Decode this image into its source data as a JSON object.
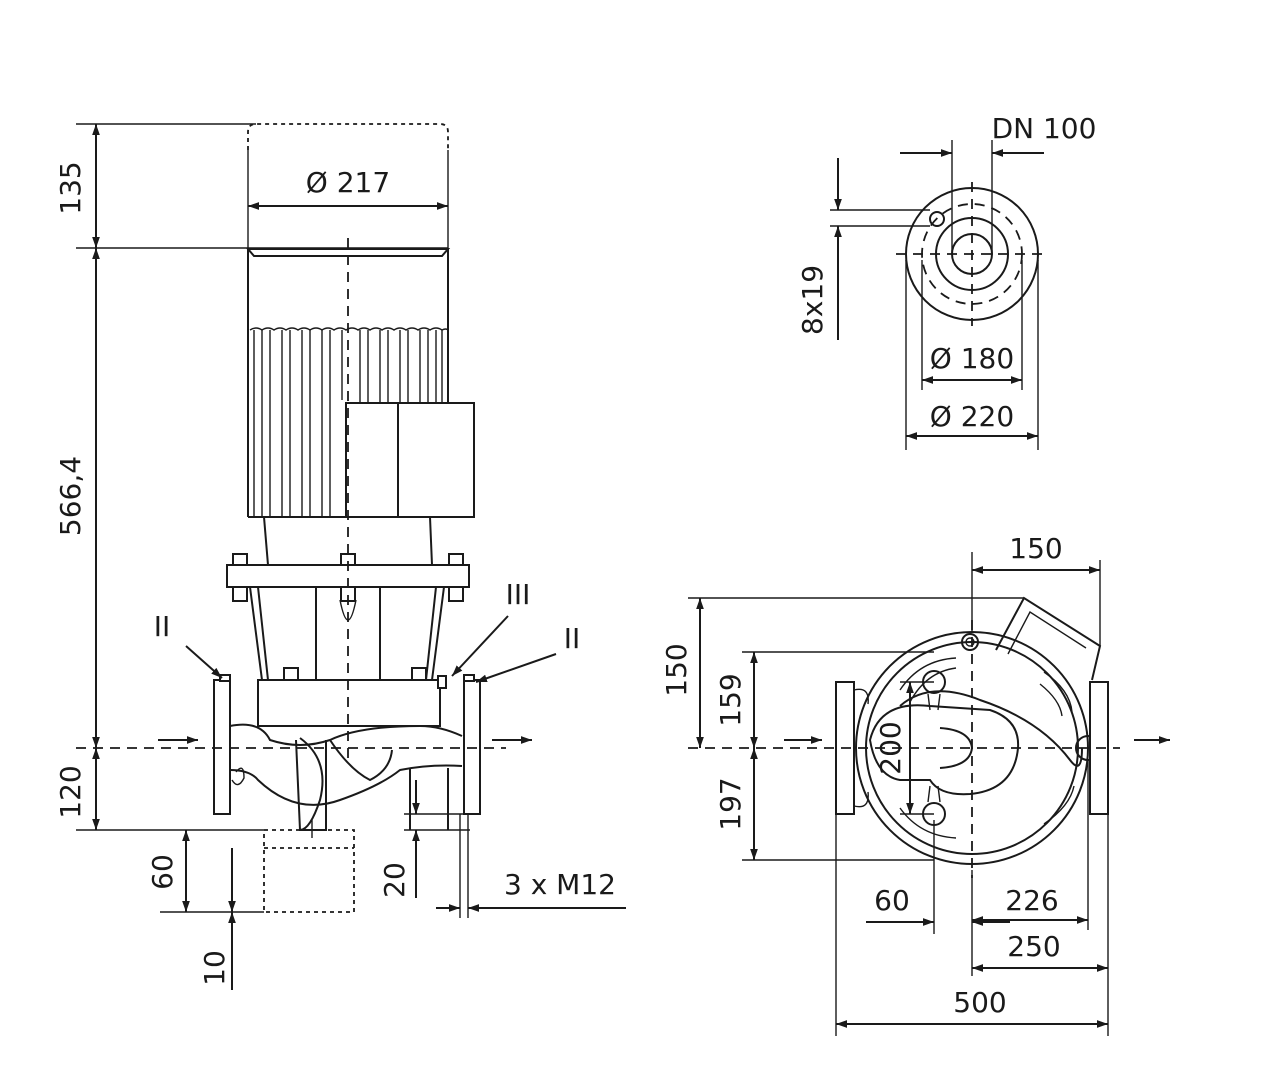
{
  "side_view": {
    "dim_135": "135",
    "dim_217": "Ø 217",
    "dim_5664": "566,4",
    "dim_120": "120",
    "dim_60": "60",
    "dim_10": "10",
    "dim_20": "20",
    "dim_m12": "3 x M12",
    "label_ii_left": "II",
    "label_iii": "III",
    "label_ii_right": "II"
  },
  "flange_view": {
    "dim_dn100": "DN 100",
    "dim_8x19": "8x19",
    "dim_180": "Ø 180",
    "dim_220": "Ø 220"
  },
  "plan_view": {
    "dim_150_top": "150",
    "dim_150_side": "150",
    "dim_159": "159",
    "dim_200": "200",
    "dim_197": "197",
    "dim_60": "60",
    "dim_226": "226",
    "dim_250": "250",
    "dim_500": "500"
  }
}
